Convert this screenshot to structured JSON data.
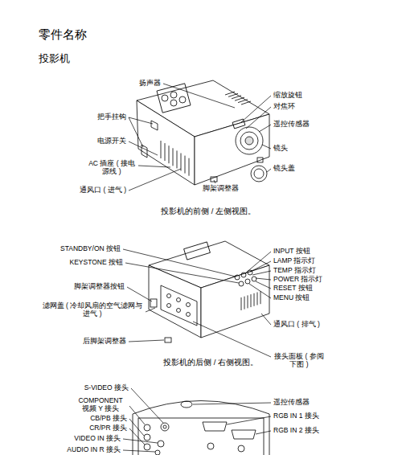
{
  "diagram": {
    "title": "零件名称",
    "labels": [
      "投影机",
      "扬声器",
      "缩放旋钮",
      "对焦环",
      "把手挂钩",
      "遥控传感器",
      "电源开关",
      "镜头",
      "AC 插座 ( 接电源线 )",
      "镜头盖",
      "通风口 ( 进气 )",
      "脚架调整器",
      "投影机的前侧 / 左侧视图。",
      "STANDBY/ON 按钮",
      "INPUT 按钮",
      "KEYSTONE 按钮",
      "LAMP 指示灯",
      "TEMP 指示灯",
      "POWER 指示灯",
      "脚架调整器按钮",
      "RESET 按钮",
      "MENU 按钮",
      "滤网盖 ( 冷却风扇的空气滤网与进气 )",
      "通风口 ( 排气 )",
      "后脚架调整器",
      "接头面板 ( 参阅下图 )",
      "投影机的后侧 / 右侧视图。",
      "S-VIDEO 接头",
      "COMPONENT 视频 Y 接头",
      "遥控传感器",
      "CB/PB 接头",
      "RGB IN 1 接头",
      "CR/PR 接头",
      "RGB IN 2 接头",
      "VIDEO IN 接头",
      "AUDIO IN R 接头"
    ]
  }
}
